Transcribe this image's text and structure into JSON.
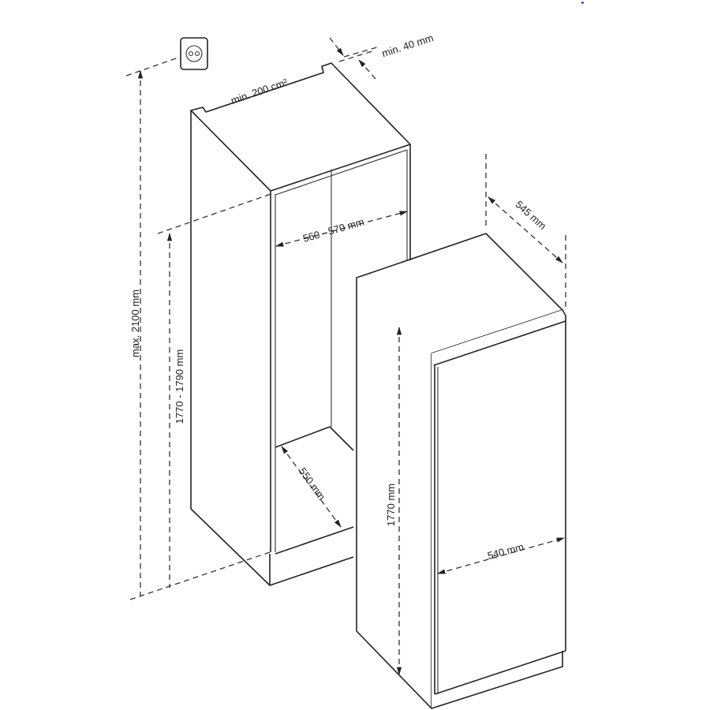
{
  "diagram": {
    "labels": {
      "max_height": "max. 2100 mm",
      "niche_height": "1770 - 1790 mm",
      "vent_area": "min. 200 cm²",
      "vent_gap": "min. 40 mm",
      "niche_width": "560 - 570 mm",
      "niche_depth": "550 mm",
      "appliance_depth": "545 mm",
      "appliance_height": "1770 mm",
      "appliance_width": "540 mm"
    }
  }
}
